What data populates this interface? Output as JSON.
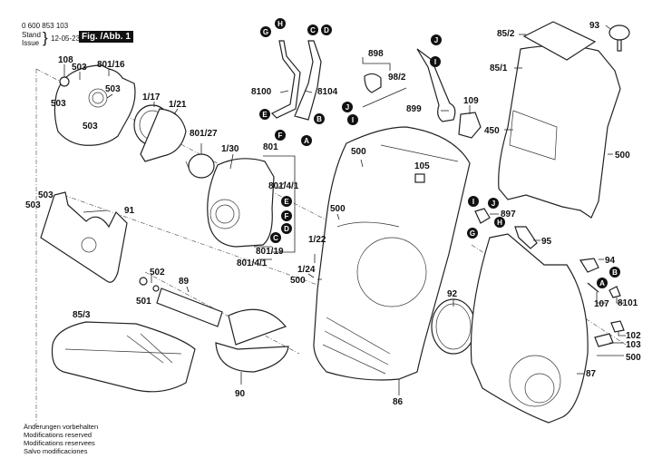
{
  "header": {
    "part_number": "0 600 853 103",
    "stand_label": "Stand",
    "issue_label": "Issue",
    "date": "12-05-23",
    "figure_label": "Fig. /Abb. 1"
  },
  "footer": {
    "lines": [
      "Änderungen vorbehalten",
      "Modifications reserved",
      "Modifications reservees",
      "Salvo modificaciones"
    ]
  },
  "part_labels": {
    "p108": "108",
    "p503a": "503",
    "p801_16": "801/16",
    "p503b": "503",
    "p503c": "503",
    "p503d": "503",
    "p1_17": "1/17",
    "p1_21": "1/21",
    "p801_27": "801/27",
    "p1_30": "1/30",
    "p801": "801",
    "p801_4_1a": "801/4/1",
    "p801_19": "801/19",
    "p801_4_1b": "801/4/1",
    "p1_22": "1/22",
    "p1_24": "1/24",
    "p500a": "500",
    "p500b": "500",
    "p500c": "500",
    "p503e": "503",
    "p503f": "503",
    "p91": "91",
    "p502": "502",
    "p501": "501",
    "p89": "89",
    "p85_3": "85/3",
    "p90": "90",
    "p8100": "8100",
    "p8104": "8104",
    "p898": "898",
    "p98_2": "98/2",
    "p899": "899",
    "p109": "109",
    "p105": "105",
    "p450": "450",
    "p85_2": "85/2",
    "p93": "93",
    "p85_1": "85/1",
    "p500d": "500",
    "p897": "897",
    "p95": "95",
    "p94": "94",
    "p8101": "8101",
    "p107": "107",
    "p102": "102",
    "p103": "103",
    "p500e": "500",
    "p87": "87",
    "p92": "92",
    "p86": "86"
  },
  "connection_markers": {
    "A": "A",
    "B": "B",
    "C": "C",
    "D": "D",
    "E": "E",
    "F": "F",
    "G": "G",
    "H": "H",
    "I": "I",
    "J": "J"
  }
}
